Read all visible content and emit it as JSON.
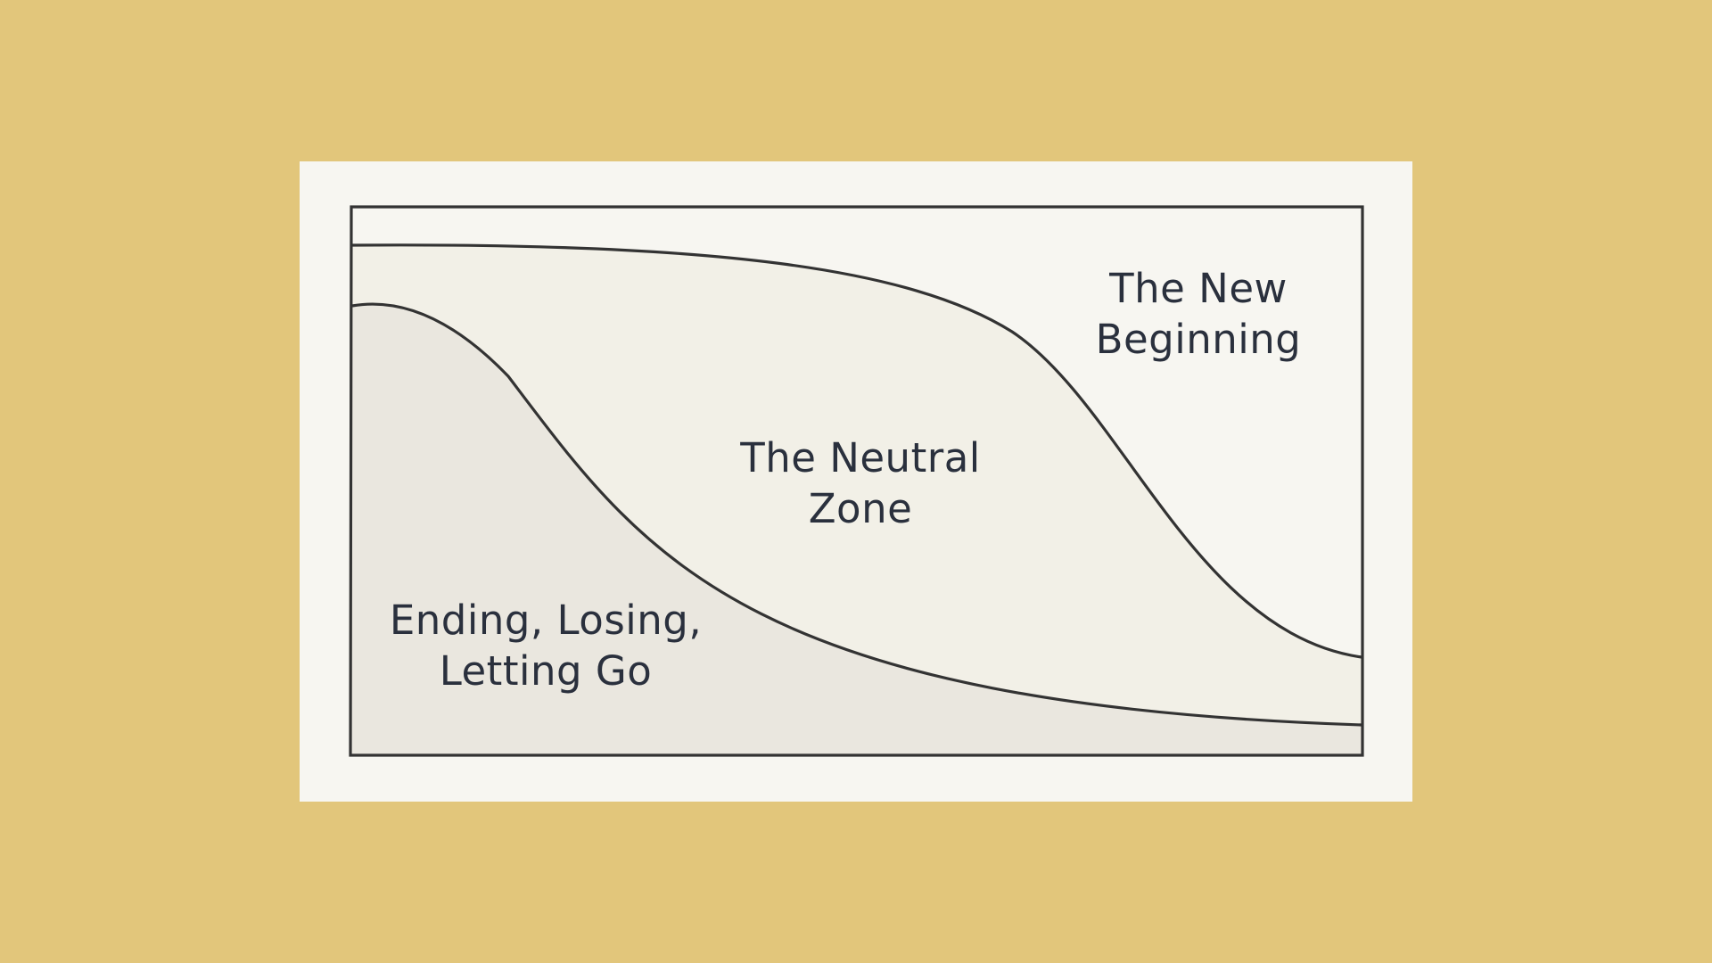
{
  "diagram": {
    "colors": {
      "page_background": "#e2c67b",
      "card_background": "#f7f6f1",
      "new_beginning_fill": "#f7f6f1",
      "neutral_zone_fill": "#f2f0e7",
      "ending_fill": "#eae7df",
      "stroke": "#333333",
      "text": "#2a303d"
    },
    "zones": {
      "new_beginning": {
        "line1": "The New",
        "line2": "Beginning"
      },
      "neutral_zone": {
        "line1": "The Neutral",
        "line2": "Zone"
      },
      "ending": {
        "line1": "Ending, Losing,",
        "line2": "Letting Go"
      }
    }
  }
}
